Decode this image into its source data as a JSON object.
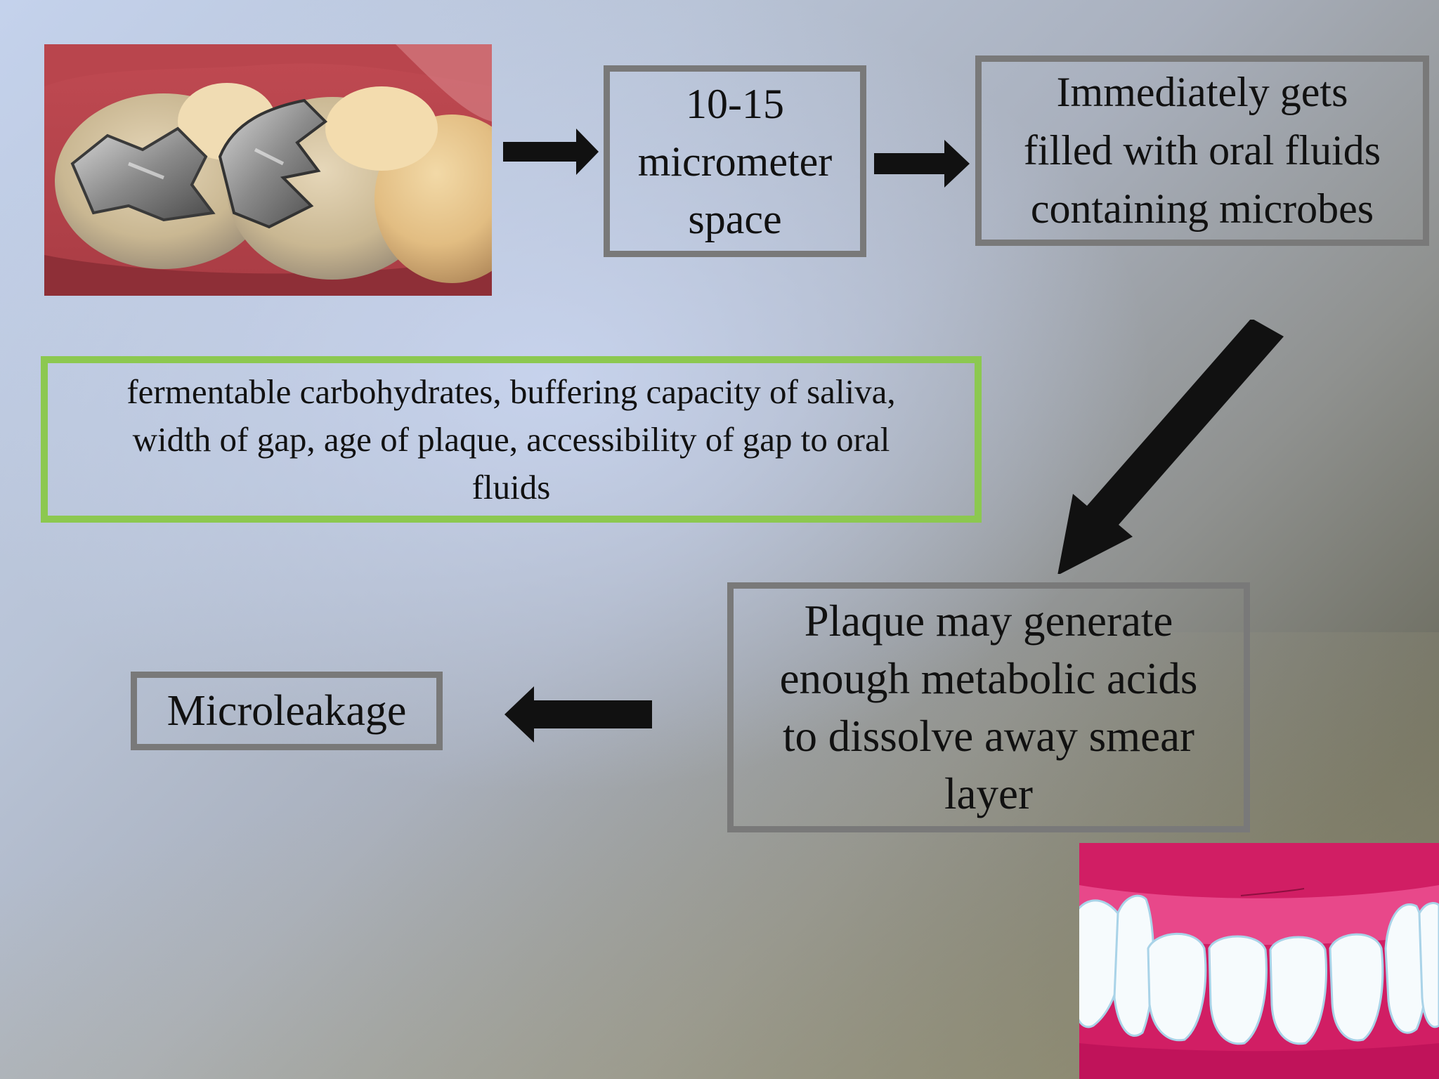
{
  "flow": {
    "gap_box": {
      "lines": [
        "10-15",
        "micrometer",
        "space"
      ]
    },
    "fluids_box": {
      "lines": [
        "Immediately gets",
        "filled with oral fluids",
        "containing microbes"
      ]
    },
    "factors_box": {
      "lines": [
        "fermentable carbohydrates, buffering capacity of saliva,",
        "width of gap, age of plaque, accessibility of gap to oral",
        "fluids"
      ]
    },
    "plaque_box": {
      "lines": [
        "Plaque may generate",
        "enough metabolic acids",
        "to dissolve away smear",
        "layer"
      ]
    },
    "result_box": {
      "label": "Microleakage"
    }
  },
  "images": {
    "top_left": "molars-with-amalgam-fillings-photo",
    "bottom_right": "cartoon-teeth-and-gums"
  },
  "colors": {
    "box_border": "#797979",
    "factors_border": "#8cc850",
    "arrow": "#111111",
    "text": "#111111"
  }
}
